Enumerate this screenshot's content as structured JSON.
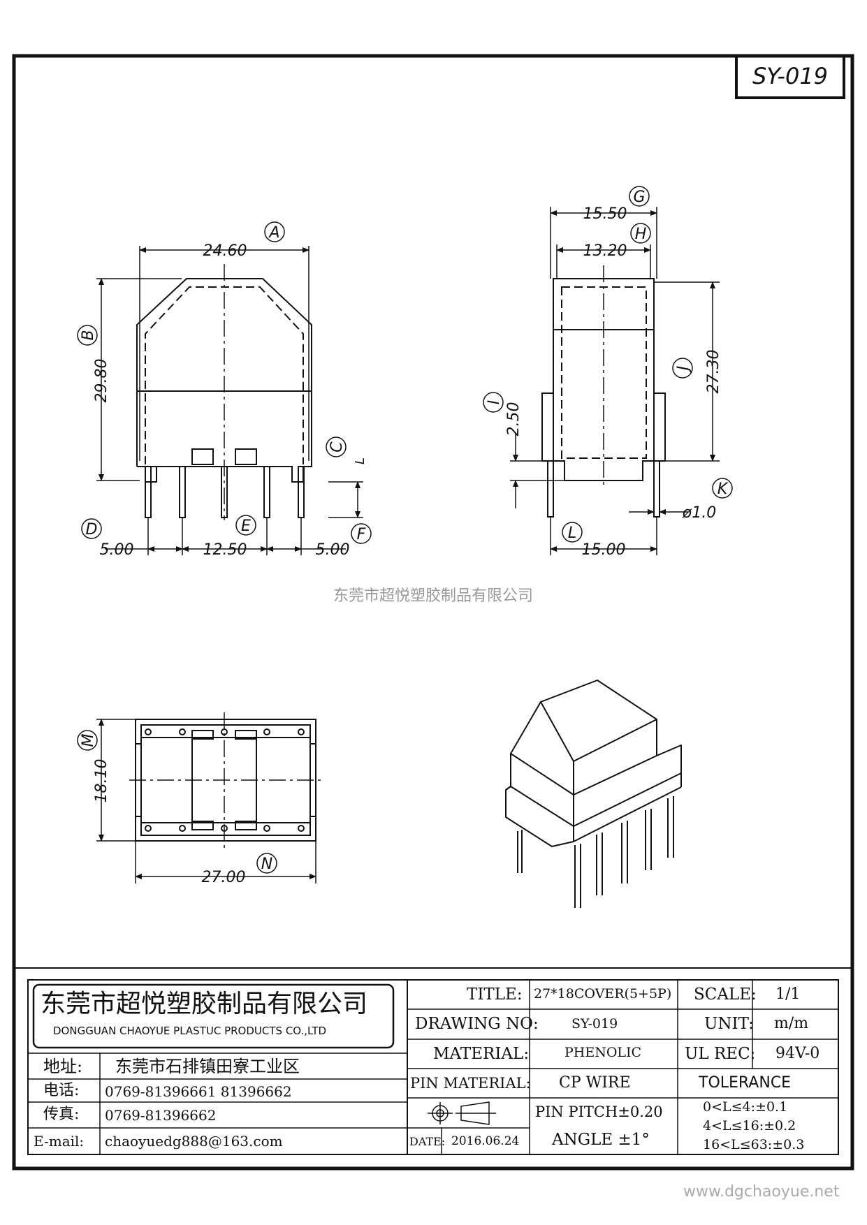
{
  "drawing": {
    "code": "SY-019",
    "watermark": "东莞市超悦塑胶制品有限公司",
    "website": "www.dgchaoyue.net",
    "dimensions": {
      "A": {
        "letter": "A",
        "value": "24.60"
      },
      "B": {
        "letter": "B",
        "value": "29.80"
      },
      "C": {
        "letter": "C",
        "value": "L"
      },
      "D": {
        "letter": "D",
        "value": "5.00"
      },
      "E": {
        "letter": "E",
        "value": "12.50"
      },
      "F": {
        "letter": "F",
        "value": "5.00"
      },
      "G": {
        "letter": "G",
        "value": "15.50"
      },
      "H": {
        "letter": "H",
        "value": "13.20"
      },
      "I": {
        "letter": "I",
        "value": "2.50"
      },
      "J": {
        "letter": "J",
        "value": "27.30"
      },
      "K": {
        "letter": "K",
        "value": "ø1.0"
      },
      "L": {
        "letter": "L",
        "value": "15.00"
      },
      "M": {
        "letter": "M",
        "value": "18.10"
      },
      "N": {
        "letter": "N",
        "value": "27.00"
      }
    }
  },
  "title_block": {
    "company_cn": "东莞市超悦塑胶制品有限公司",
    "company_en": "DONGGUAN CHAOYUE PLASTUC PRODUCTS CO.,LTD",
    "address_label": "地址:",
    "address_value": "东莞市石排镇田寮工业区",
    "phone_label": "电话:",
    "phone_value": "0769-81396661  81396662",
    "fax_label": "传真:",
    "fax_value": "0769-81396662",
    "email_label": "E-mail:",
    "email_value": "chaoyuedg888@163.com",
    "title_label": "TITLE:",
    "title_value": "27*18COVER(5+5P)",
    "drawing_no_label": "DRAWING NO:",
    "drawing_no_value": "SY-019",
    "material_label": "MATERIAL:",
    "material_value": "PHENOLIC",
    "pin_material_label": "PIN MATERIAL:",
    "pin_material_value": "CP WIRE",
    "pin_pitch": "PIN PITCH±0.20",
    "date_label": "DATE:",
    "date_value": "2016.06.24",
    "angle": "ANGLE  ±1°",
    "scale_label": "SCALE:",
    "scale_value": "1/1",
    "unit_label": "UNIT:",
    "unit_value": "m/m",
    "ul_label": "UL REC:",
    "ul_value": "94V-0",
    "tolerance_label": "TOLERANCE",
    "tolerance_lines": [
      "0<L≤4:±0.1",
      "4<L≤16:±0.2",
      "16<L≤63:±0.3"
    ]
  }
}
